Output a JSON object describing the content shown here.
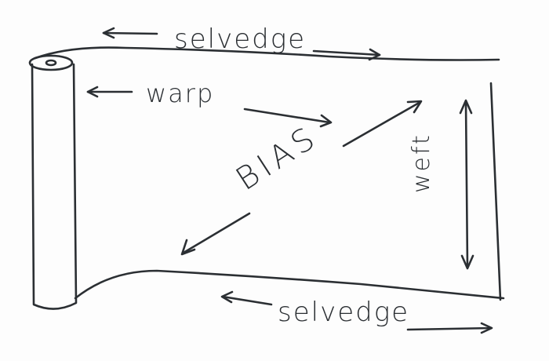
{
  "diagram": {
    "title": "Fabric grain directions",
    "labels": {
      "selvedge_top": "selvedge",
      "warp": "warp",
      "bias": "BIAS",
      "weft": "weft",
      "selvedge_bottom": "selvedge"
    },
    "ink_color": "#2b2f33",
    "paper_color": "#fdfdfd"
  }
}
